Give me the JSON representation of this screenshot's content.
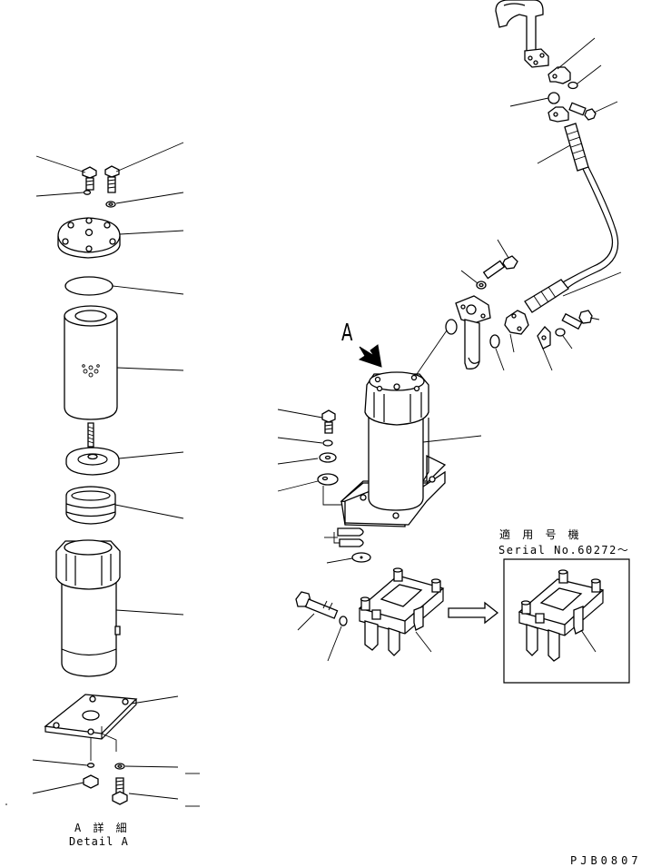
{
  "view_label": "A",
  "detail_caption": {
    "japanese": "A 詳 細",
    "english": "Detail A"
  },
  "inset_caption": {
    "japanese": "適 用 号 機",
    "serial": "Serial No.60272～"
  },
  "drawing_number": "PJB0807",
  "icons": {
    "view_arrow": "view-direction-arrow",
    "reference_arrow": "hollow-right-arrow"
  }
}
